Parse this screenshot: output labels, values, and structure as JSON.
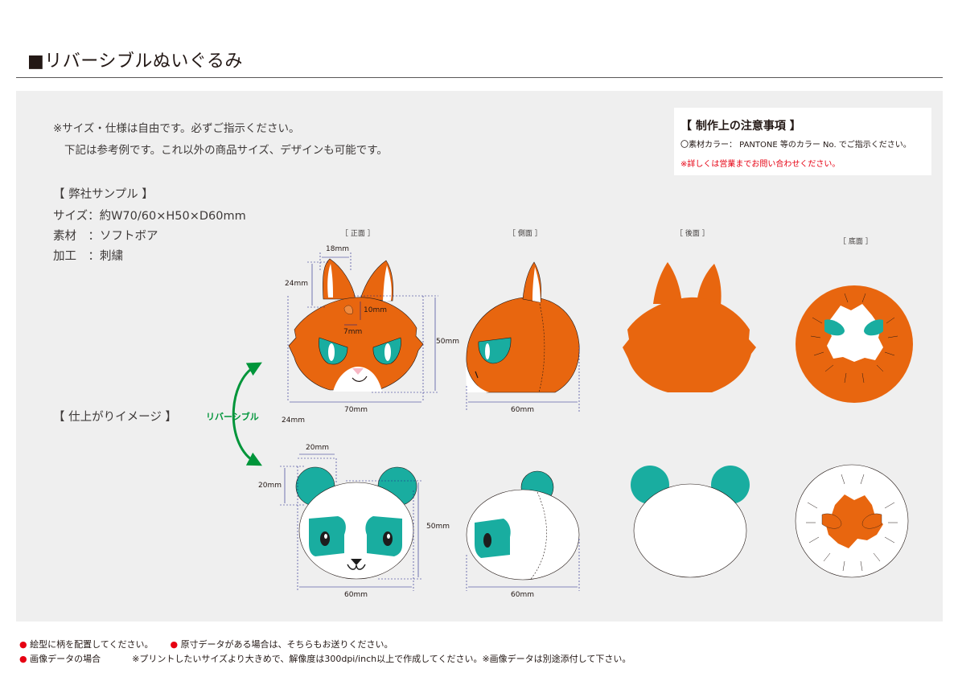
{
  "title": "■リバーシブルぬいぐるみ",
  "note": {
    "line1": "※サイズ・仕様は自由です。必ずご指示ください。",
    "line2": "下記は参考例です。これ以外の商品サイズ、デザインも可能です。"
  },
  "sample": {
    "heading": "【 弊社サンプル 】",
    "size": "サイズ：約W70/60×H50×D60mm",
    "material": "素材　：ソフトボア",
    "process": "加工　：刺繍"
  },
  "finish_heading": "【 仕上がりイメージ 】",
  "reversible_label": "リバーシブル",
  "notice": {
    "title": "【 制作上の注意事項 】",
    "line1": "〇素材カラー： PANTONE 等のカラー No. でご指示ください。",
    "line2": "※詳しくは営業までお問い合わせください。"
  },
  "views": {
    "front": "［ 正面 ］",
    "side": "［ 側面 ］",
    "back": "［ 後面 ］",
    "bottom": "［ 底面 ］"
  },
  "dims": {
    "d18": "18mm",
    "d24a": "24mm",
    "d10": "10mm",
    "d7": "7mm",
    "d50a": "50mm",
    "d70": "70mm",
    "d60a": "60mm",
    "d24b": "24mm",
    "d20a": "20mm",
    "d20b": "20mm",
    "d50b": "50mm",
    "d60b": "60mm",
    "d60c": "60mm"
  },
  "footer": {
    "line1a": "絵型に柄を配置してください。",
    "line1b": "原寸データがある場合は、そちらもお送りください。",
    "line2a": "画像データの場合",
    "line2b": "※プリントしたいサイズより大きめで、解像度は300dpi/inch以上で作成してください。※画像データは別途添付して下さい。",
    "bullet": "●"
  },
  "colors": {
    "orange": "#e8660f",
    "teal": "#19ada0",
    "green": "#00953a",
    "red": "#e60012",
    "dim_line": "#1d2088"
  }
}
